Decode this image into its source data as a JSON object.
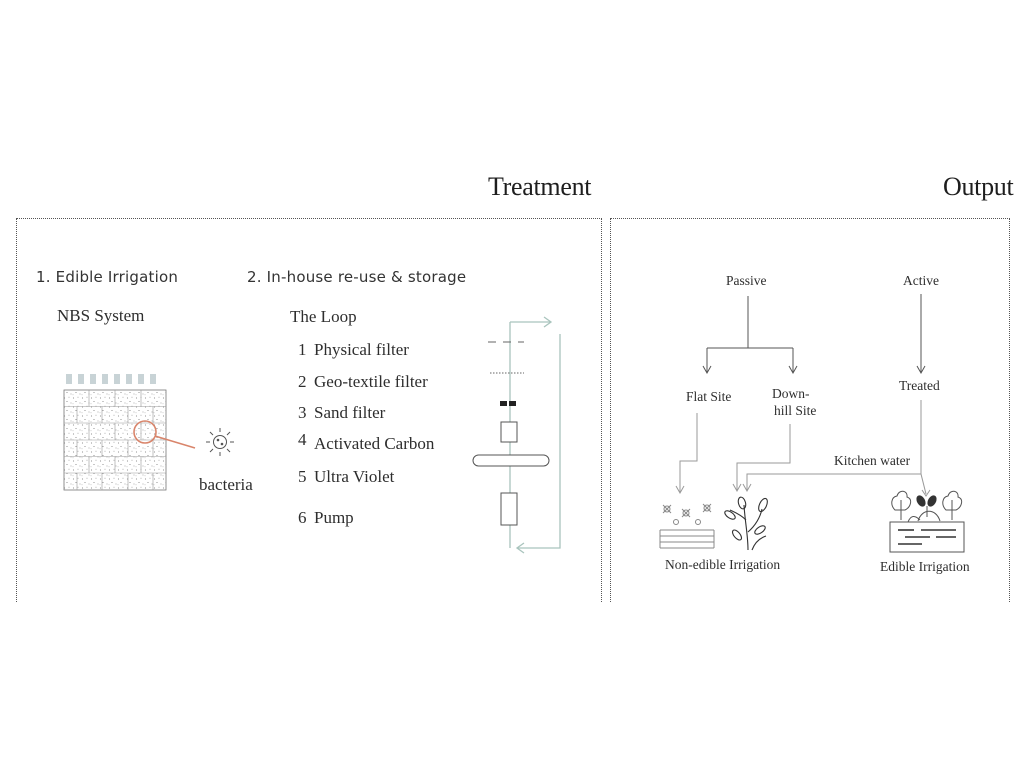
{
  "headers": {
    "treatment": "Treatment",
    "output": "Output"
  },
  "treatment": {
    "section1": {
      "heading": "1. Edible Irrigation",
      "subheading": "NBS System",
      "bacteria_label": "bacteria"
    },
    "section2": {
      "heading": "2. In-house re-use & storage",
      "subheading": "The Loop",
      "steps": [
        {
          "num": "1",
          "label": "Physical filter"
        },
        {
          "num": "2",
          "label": "Geo-textile filter"
        },
        {
          "num": "3",
          "label": "Sand filter"
        },
        {
          "num": "4",
          "label": "Activated Carbon"
        },
        {
          "num": "5",
          "label": "Ultra Violet"
        },
        {
          "num": "6",
          "label": "Pump"
        }
      ]
    }
  },
  "output": {
    "passive": "Passive",
    "active": "Active",
    "flat_site": "Flat Site",
    "downhill_site_line1": "Down-",
    "downhill_site_line2": "hill Site",
    "treated": "Treated",
    "kitchen_water": "Kitchen water",
    "non_edible_irrigation": "Non-edible Irrigation",
    "edible_irrigation": "Edible Irrigation"
  },
  "colors": {
    "accent": "#d9856b",
    "loop_line": "#a9c4bd",
    "grey_line": "#9a9a9a",
    "tile_top": "#c8d3d6"
  }
}
